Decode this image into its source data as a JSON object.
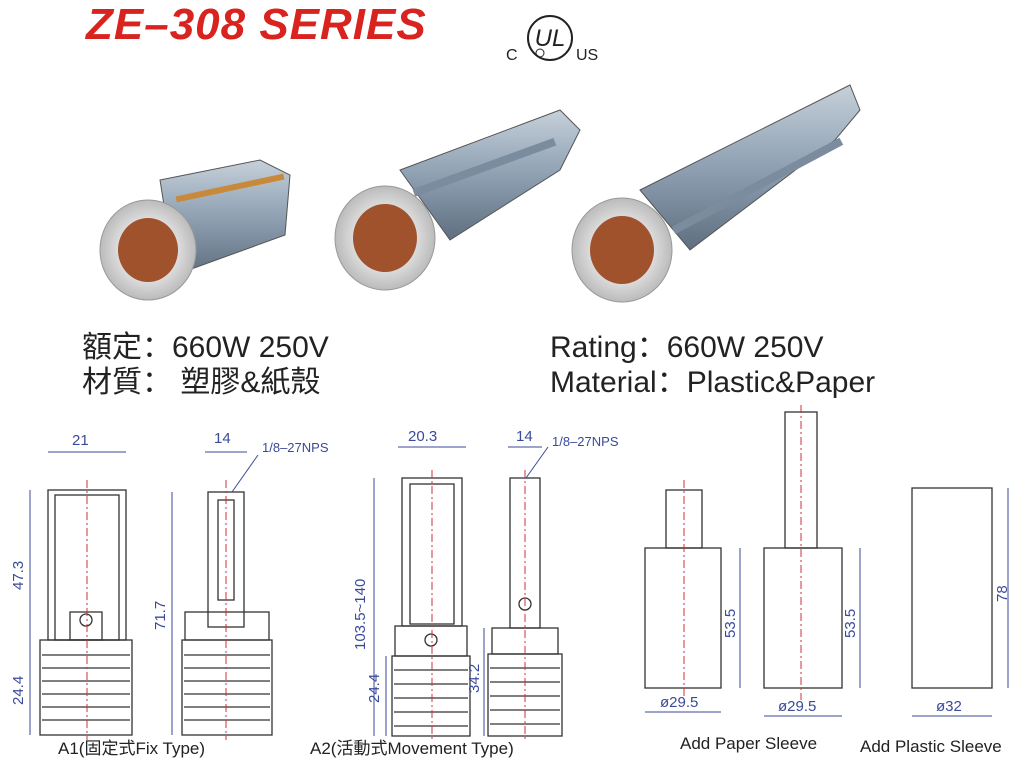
{
  "header": {
    "title": "ZE–308  SERIES",
    "cert_left": "C",
    "cert_mark": "UL",
    "cert_right": "US"
  },
  "specs": {
    "rating_cn": "額定：660W 250V",
    "material_cn": "材質： 塑膠&紙殼",
    "rating_en": "Rating：660W 250V",
    "material_en": "Material：Plastic&Paper"
  },
  "dimensions": {
    "a1_width": "21",
    "a1_upper": "47.3",
    "a1_lower": "24.4",
    "fix_side_width": "14",
    "thread_spec_1": "1/8–27NPS",
    "fix_side_height": "71.7",
    "a2_width": "20.3",
    "a2_height": "103.5~140",
    "a2_lower": "24.4",
    "move_side_width": "14",
    "thread_spec_2": "1/8–27NPS",
    "move_side_lower": "34.2",
    "paper_height_1": "53.5",
    "paper_dia_1": "ø29.5",
    "paper_height_2": "53.5",
    "paper_dia_2": "ø29.5",
    "plastic_height": "78",
    "plastic_dia": "ø32"
  },
  "captions": {
    "a1": "A1(固定式Fix Type)",
    "a2": "A2(活動式Movement Type)",
    "paper": "Add Paper Sleeve",
    "plastic": "Add Plastic Sleeve"
  },
  "colors": {
    "title_red": "#d8231f",
    "dim_blue": "#3a4a9a",
    "centerline_red": "#d23030"
  }
}
